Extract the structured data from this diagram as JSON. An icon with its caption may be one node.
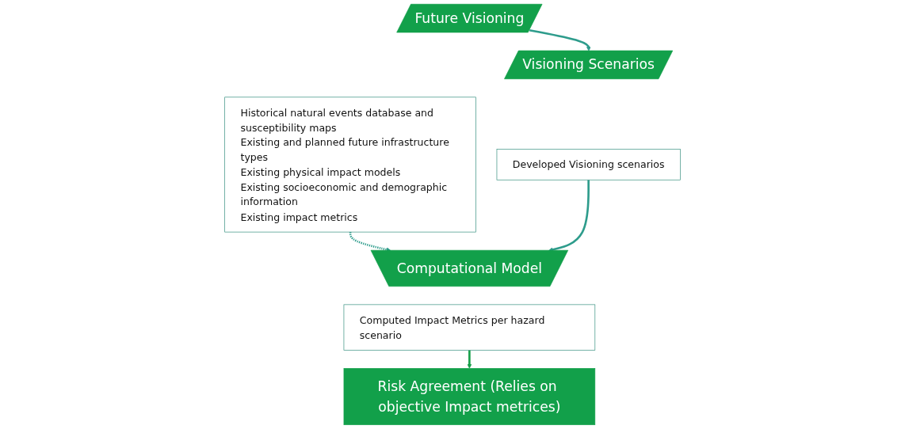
{
  "diagram": {
    "nodes": [
      {
        "text": [
          "Future Visioning"
        ]
      },
      {
        "text": [
          "Historical natural events database and susceptibility maps",
          "Existing and planned future infrastructure types",
          "Existing physical impact models",
          "Existing socioeconomic and demographic information",
          "Existing impact metrics"
        ]
      },
      {
        "text": [
          "Visioning Scenarios"
        ]
      },
      {
        "text": [
          "Developed Visioning scenarios"
        ]
      },
      {
        "text": [
          "Computational Model"
        ]
      },
      {
        "text": [
          "Computed Impact Metrics per hazard scenario"
        ]
      },
      {
        "text": [
          "Risk Agreement (Relies on objective Impact metrices)"
        ]
      }
    ],
    "edges": [
      {
        "from": 0,
        "to": 2,
        "arrow": "to"
      },
      {
        "from": 1,
        "to": 4,
        "arrow": "to",
        "style": "dashed"
      },
      {
        "from": 3,
        "to": 4,
        "arrow": "to"
      },
      {
        "from": 5,
        "to": 6,
        "arrow": "to",
        "color": "#17a04a"
      }
    ]
  }
}
